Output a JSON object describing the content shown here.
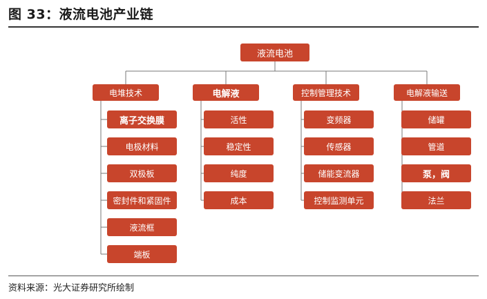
{
  "figure": {
    "title": "图 33：液流电池产业链",
    "source": "资料来源：光大证券研究所绘制"
  },
  "diagram": {
    "root": "液流电池",
    "branches": [
      {
        "label": "电堆技术",
        "bold": false,
        "items": [
          {
            "label": "离子交换膜",
            "bold": true
          },
          {
            "label": "电极材料",
            "bold": false
          },
          {
            "label": "双极板",
            "bold": false
          },
          {
            "label": "密封件和紧固件",
            "bold": false
          },
          {
            "label": "液流框",
            "bold": false
          },
          {
            "label": "端板",
            "bold": false
          }
        ]
      },
      {
        "label": "电解液",
        "bold": true,
        "items": [
          {
            "label": "活性",
            "bold": false
          },
          {
            "label": "稳定性",
            "bold": false
          },
          {
            "label": "纯度",
            "bold": false
          },
          {
            "label": "成本",
            "bold": false
          }
        ]
      },
      {
        "label": "控制管理技术",
        "bold": false,
        "items": [
          {
            "label": "变频器",
            "bold": false
          },
          {
            "label": "传感器",
            "bold": false
          },
          {
            "label": "储能变流器",
            "bold": false
          },
          {
            "label": "控制监测单元",
            "bold": false
          }
        ]
      },
      {
        "label": "电解液输送",
        "bold": false,
        "items": [
          {
            "label": "储罐",
            "bold": false
          },
          {
            "label": "管道",
            "bold": false
          },
          {
            "label": "泵，阀",
            "bold": true
          },
          {
            "label": "法兰",
            "bold": false
          }
        ]
      }
    ]
  }
}
